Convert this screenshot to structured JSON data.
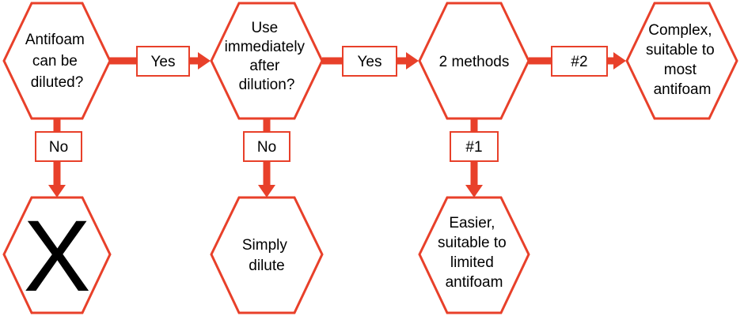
{
  "nodes": {
    "q1": {
      "lines": [
        "Antifoam",
        "can be",
        "diluted?"
      ]
    },
    "q2": {
      "lines": [
        "Use",
        "immediately",
        "after",
        "dilution?"
      ]
    },
    "methods": {
      "lines": [
        "2 methods"
      ]
    },
    "complex": {
      "lines": [
        "Complex,",
        "suitable to",
        "most",
        "antifoam"
      ]
    },
    "reject": {
      "lines": [
        "X"
      ]
    },
    "dilute": {
      "lines": [
        "Simply",
        "dilute"
      ]
    },
    "easier": {
      "lines": [
        "Easier,",
        "suitable to",
        "limited",
        "antifoam"
      ]
    }
  },
  "edges": {
    "q1_q2": "Yes",
    "q2_methods": "Yes",
    "methods_complex": "#2",
    "q1_reject": "No",
    "q2_dilute": "No",
    "methods_easier": "#1"
  },
  "colors": {
    "accent": "#e8402a"
  }
}
